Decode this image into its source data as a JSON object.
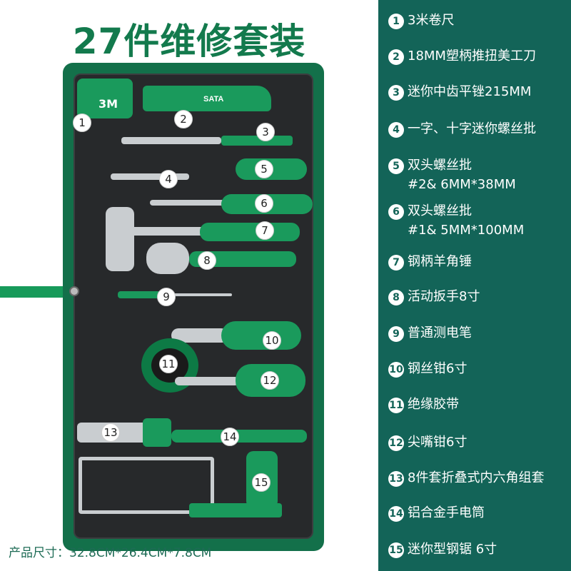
{
  "title": "27件维修套装",
  "dimensions": "产品尺寸：32.8CM*26.4CM*7.8CM",
  "colors": {
    "panel": "#136458",
    "brand_green": "#137a4d",
    "case_inner": "#27292b"
  },
  "tool_labels": {
    "tape_text": "3M",
    "brand": "SATA"
  },
  "items": [
    {
      "num": "1",
      "lines": [
        "3米卷尺"
      ]
    },
    {
      "num": "2",
      "lines": [
        "18MM塑柄推扭美工刀"
      ]
    },
    {
      "num": "3",
      "lines": [
        "迷你中齿平锉215MM"
      ]
    },
    {
      "num": "4",
      "lines": [
        "一字、十字迷你螺丝批"
      ]
    },
    {
      "num": "5",
      "lines": [
        "双头螺丝批",
        "#2& 6MM*38MM"
      ]
    },
    {
      "num": "6",
      "lines": [
        "双头螺丝批",
        "#1& 5MM*100MM"
      ]
    },
    {
      "num": "7",
      "lines": [
        "钢柄羊角锤"
      ]
    },
    {
      "num": "8",
      "lines": [
        "活动扳手8寸"
      ]
    },
    {
      "num": "9",
      "lines": [
        "普通测电笔"
      ]
    },
    {
      "num": "10",
      "lines": [
        "钢丝钳6寸"
      ]
    },
    {
      "num": "11",
      "lines": [
        "绝缘胶带"
      ]
    },
    {
      "num": "12",
      "lines": [
        "尖嘴钳6寸"
      ]
    },
    {
      "num": "13",
      "lines": [
        "8件套折叠式内六角组套"
      ]
    },
    {
      "num": "14",
      "lines": [
        "铝合金手电筒"
      ]
    },
    {
      "num": "15",
      "lines": [
        "迷你型钢锯 6寸"
      ]
    }
  ]
}
